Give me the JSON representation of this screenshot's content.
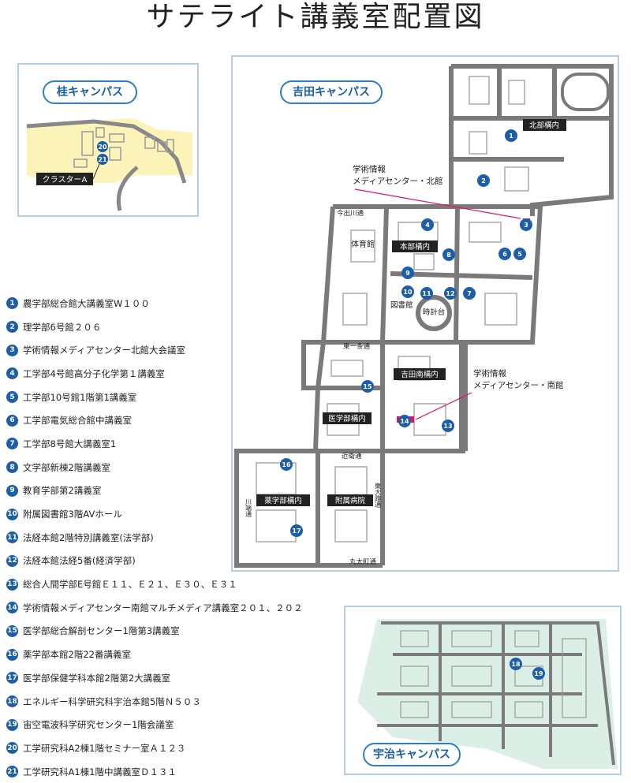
{
  "title": "サテライト講義室配置図",
  "campuses": {
    "katsura": "桂キャンパス",
    "yoshida": "吉田キャンパス",
    "uji": "宇治キャンパス"
  },
  "map_labels": {
    "cluster_a": "クラスターA",
    "kitabu": "北部構内",
    "media_north": "学術情報\nメディアセンター・北館",
    "imadegawa": "今出川通",
    "gym": "体育館",
    "honbu": "本部構内",
    "library": "図書館",
    "clock": "時計台",
    "higashi_ichijo": "東一条通",
    "yoshida_minami": "吉田南構内",
    "media_south": "学術情報\nメディアセンター・南館",
    "igakubu": "医学部構内",
    "konoe": "近衛通",
    "kawabata": "川端通",
    "yakugakubu": "薬学部構内",
    "hospital": "附属病院",
    "higashioji": "東大路通",
    "marutamachi": "丸太町通"
  },
  "legend": [
    {
      "n": "1",
      "text": "農学部総合館大講義室W１００"
    },
    {
      "n": "2",
      "text": "理学部6号館２０６"
    },
    {
      "n": "3",
      "text": "学術情報メディアセンター北館大会議室"
    },
    {
      "n": "4",
      "text": "工学部4号館高分子化学第１講義室"
    },
    {
      "n": "5",
      "text": "工学部10号館1階第1講義室"
    },
    {
      "n": "6",
      "text": "工学部電気総合館中講義室"
    },
    {
      "n": "7",
      "text": "工学部8号館大講義室1"
    },
    {
      "n": "8",
      "text": "文学部新棟2階講義室"
    },
    {
      "n": "9",
      "text": "教育学部第2講義室"
    },
    {
      "n": "10",
      "text": "附属図書館3階AVホール"
    },
    {
      "n": "11",
      "text": "法経本館2階特別講義室(法学部)"
    },
    {
      "n": "12",
      "text": "法経本館法経5番(経済学部)"
    },
    {
      "n": "13",
      "text": "総合人間学部E号館Ｅ１１、Ｅ２１、Ｅ３０、Ｅ３１"
    },
    {
      "n": "14",
      "text": "学術情報メディアセンター南館マルチメディア講義室２０１、２０２"
    },
    {
      "n": "15",
      "text": "医学部総合解剖センター1階第3講義室"
    },
    {
      "n": "16",
      "text": "薬学部本館2階22番講義室"
    },
    {
      "n": "17",
      "text": "医学部保健学科本館2階第2大講義室"
    },
    {
      "n": "18",
      "text": "エネルギー科学研究科宇治本館5階Ｎ５０３"
    },
    {
      "n": "19",
      "text": "宙空電波科学研究センター1階会議室"
    },
    {
      "n": "20",
      "text": "工学研究科A2棟1階セミナー室Ａ１２３"
    },
    {
      "n": "21",
      "text": "工学研究科A1棟1階中講義室Ｄ１３１"
    }
  ],
  "colors": {
    "marker": "#1d5ea8",
    "road": "#7a7a7a",
    "highlight": "#e8106a",
    "katsura_area": "#fbf3b8",
    "uji_area": "#dcefe6",
    "panel_border": "#b7cde6"
  }
}
